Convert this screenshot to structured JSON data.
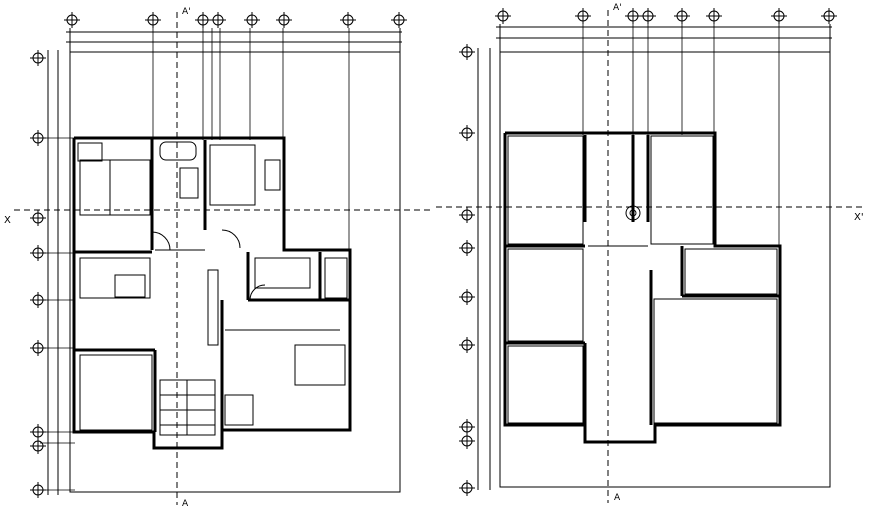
{
  "drawing": {
    "left_plan": {
      "section_top_label": "A'",
      "section_bottom_label": "A",
      "axis_left_label": "X"
    },
    "right_plan": {
      "section_top_label": "A'",
      "section_bottom_label": "A",
      "axis_right_label": "X'"
    }
  },
  "colors": {
    "ink": "#000000",
    "paper": "#ffffff"
  }
}
